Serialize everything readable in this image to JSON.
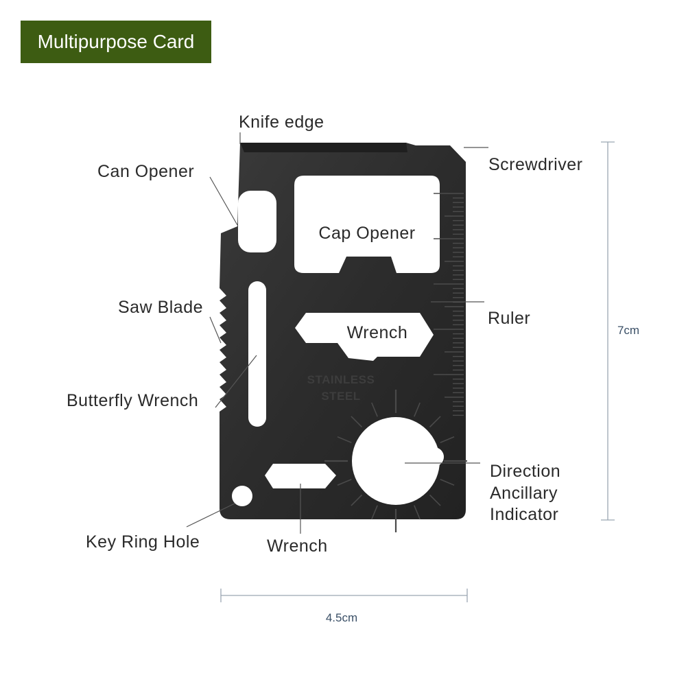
{
  "title": "Multipurpose Card",
  "card": {
    "stamp_line1": "STAINLESS",
    "stamp_line2": "STEEL"
  },
  "labels": {
    "knife_edge": "Knife edge",
    "can_opener": "Can Opener",
    "screwdriver": "Screwdriver",
    "cap_opener": "Cap Opener",
    "saw_blade": "Saw Blade",
    "ruler": "Ruler",
    "wrench_middle": "Wrench",
    "butterfly_wrench": "Butterfly Wrench",
    "direction_line1": "Direction",
    "direction_line2": "Ancillary",
    "direction_line3": "Indicator",
    "key_ring_hole": "Key Ring Hole",
    "wrench_bottom": "Wrench"
  },
  "dimensions": {
    "height": "7cm",
    "width": "4.5cm"
  },
  "colors": {
    "banner": "#3d5c12",
    "card": "#2e2e2e",
    "dimension_line": "#9aa6b2"
  }
}
